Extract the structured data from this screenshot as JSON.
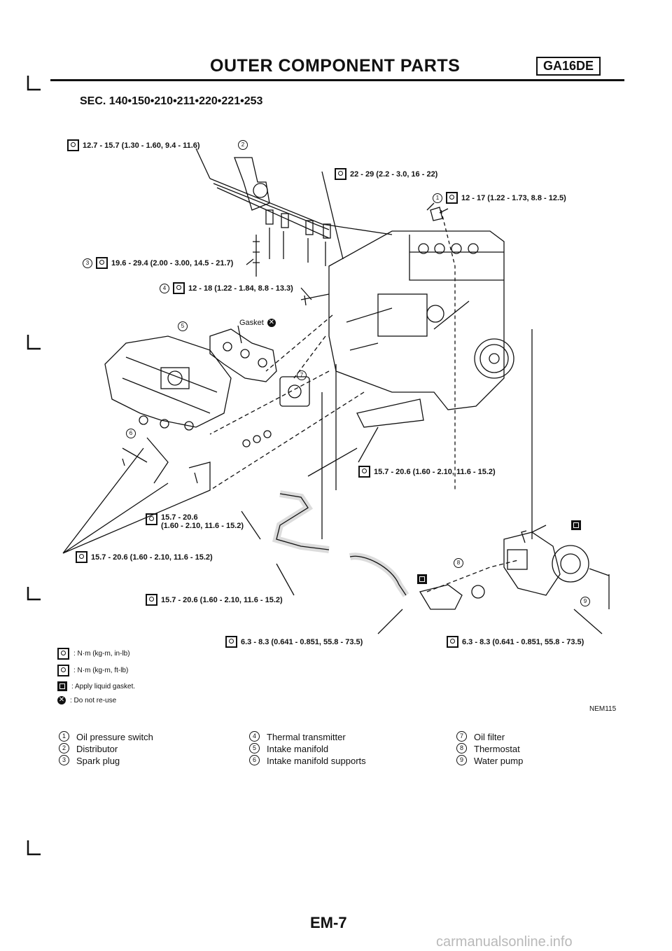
{
  "header": {
    "title": "OUTER COMPONENT PARTS",
    "engine_code": "GA16DE",
    "sec": "SEC. 140•150•210•211•220•221•253"
  },
  "callouts": {
    "distributor_torque": "12.7 - 15.7 (1.30 - 1.60, 9.4 - 11.6)",
    "mount_torque": "22 - 29 (2.2 - 3.0, 16 - 22)",
    "oil_switch_torque": "12 - 17 (1.22 - 1.73, 8.8 - 12.5)",
    "spark_plug_torque": "19.6 - 29.4 (2.00 - 3.00, 14.5 - 21.7)",
    "thermal_torque": "12 - 18 (1.22 - 1.84, 8.8 - 13.3)",
    "gasket": "Gasket",
    "bracket_torque": "15.7 - 20.6 (1.60 - 2.10, 11.6 - 15.2)",
    "tube_torque_line1": "15.7 - 20.6",
    "tube_torque_line2": "(1.60 - 2.10, 11.6 - 15.2)",
    "support_torque": "15.7 - 20.6 (1.60 - 2.10, 11.6 - 15.2)",
    "hose_torque": "15.7 - 20.6 (1.60 - 2.10, 11.6 - 15.2)",
    "thermostat_torque": "6.3 - 8.3 (0.641 - 0.851, 55.8 - 73.5)",
    "pump_torque": "6.3 - 8.3 (0.641 - 0.851, 55.8 - 73.5)"
  },
  "numbers": [
    "1",
    "2",
    "3",
    "4",
    "5",
    "6",
    "7",
    "8",
    "9"
  ],
  "legend": [
    ": N·m (kg-m, in-lb)",
    ": N·m (kg-m, ft-lb)",
    ": Apply liquid gasket.",
    ": Do not re-use"
  ],
  "figure_code": "NEM115",
  "parts": {
    "col1": [
      "Oil pressure switch",
      "Distributor",
      "Spark plug"
    ],
    "col2": [
      "Thermal transmitter",
      "Intake manifold",
      "Intake manifold supports"
    ],
    "col3": [
      "Oil filter",
      "Thermostat",
      "Water pump"
    ]
  },
  "page_number": "EM-7",
  "watermark": "carmanualsonline.info"
}
